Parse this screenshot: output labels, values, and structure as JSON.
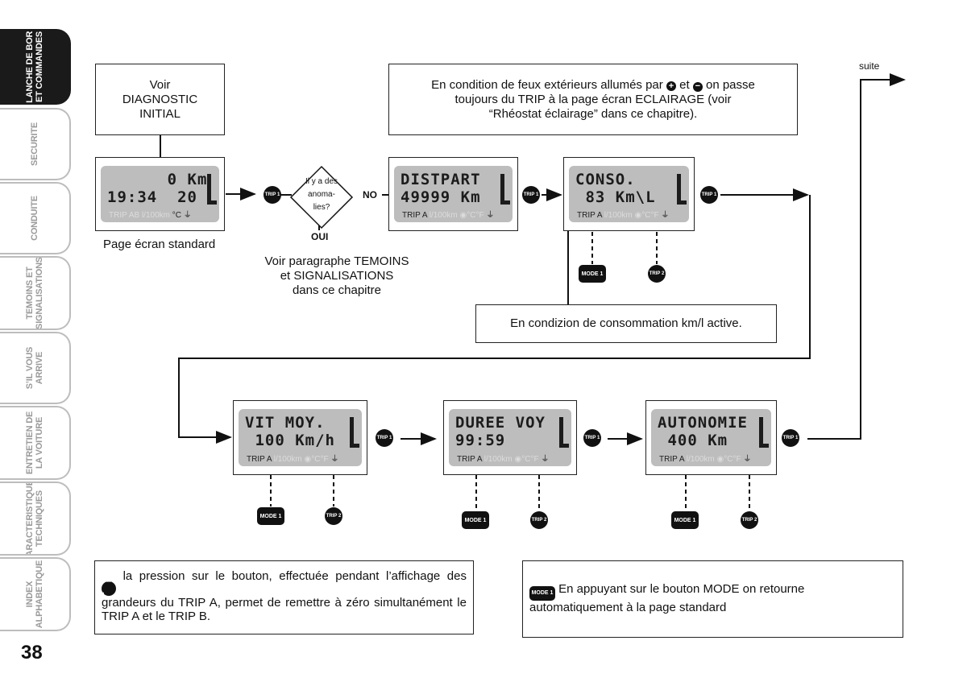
{
  "sidebar": {
    "tabs": [
      {
        "label": "PLANCHE DE BORD\nET COMMANDES",
        "active": true
      },
      {
        "label": "SECURITE",
        "active": false
      },
      {
        "label": "CONDUITE",
        "active": false
      },
      {
        "label": "TEMOINS ET\nSIGNALISATIONS",
        "active": false
      },
      {
        "label": "S’IL VOUS\nARRIVE",
        "active": false
      },
      {
        "label": "ENTRETIEN DE\nLA VOITURE",
        "active": false
      },
      {
        "label": "CARACTERISTIQUES\nTECHNIQUES",
        "active": false
      },
      {
        "label": "INDEX\nALPHABETIQUE",
        "active": false
      }
    ],
    "page_number": "38"
  },
  "boxes": {
    "diagnostic": "Voir\nDIAGNOSTIC\nINITIAL",
    "lights_note_part1": "En condition de feux extérieurs allumés par",
    "lights_note_and": "et",
    "lights_note_part2": "on passe",
    "lights_note_line2": "toujours du TRIP à la page écran ECLAIRAGE (voir",
    "lights_note_line3": "“Rhéostat éclairage” dans ce chapitre).",
    "consumption_condition": "En condizion de consommation km/l active."
  },
  "captions": {
    "standard_page": "Page écran standard",
    "temoins": "Voir paragraphe TEMOINS\net SIGNALISATIONS\ndans ce chapitre",
    "suite": "suite"
  },
  "decision": {
    "question": "Il y a des\nanoma-\nlies?",
    "no": "NO",
    "yes": "OUI"
  },
  "displays": {
    "standard": {
      "line1": "      0 Km",
      "line2": "19:34  20",
      "footer_dim": "TRIP AB l/100km",
      "footer_dark": " °C",
      "footer_icon": "⏚"
    },
    "distpart": {
      "line1": "DISTPART",
      "line2": "49999 Km",
      "footer_dark": "TRIP A",
      "footer_dim": " l/100km ◉°C°F",
      "footer_icon": "⏚"
    },
    "conso": {
      "line1": "CONSO.",
      "line2": " 83 Km\\L",
      "footer_dark": "TRIP A",
      "footer_dim": " l/100km ◉°C°F",
      "footer_icon": "⏚"
    },
    "vitmoy": {
      "line1": "VIT MOY.",
      "line2": " 100 Km/h",
      "footer_dark": "TRIP A",
      "footer_dim": " l/100km ◉°C°F",
      "footer_icon": "⏚"
    },
    "duree": {
      "line1": "DUREE VOY",
      "line2": "99:59",
      "footer_dark": "TRIP A",
      "footer_dim": " l/100km ◉°C°F",
      "footer_icon": "⏚"
    },
    "autonomie": {
      "line1": "AUTONOMIE",
      "line2": " 400 Km",
      "footer_dark": "TRIP A",
      "footer_dim": " l/100km ◉°C°F",
      "footer_icon": "⏚"
    }
  },
  "buttons": {
    "trip1": "TRIP 1",
    "trip2": "TRIP 2",
    "mode1": "MODE 1"
  },
  "notes": {
    "trip2_note": "la pression sur le bouton, effectuée pendant l’affichage des grandeurs du TRIP A, permet de remettre à zéro simultanément le TRIP A et le TRIP B.",
    "mode_note": "En appuyant sur le bouton MODE on retourne automatiquement à la page standard"
  }
}
